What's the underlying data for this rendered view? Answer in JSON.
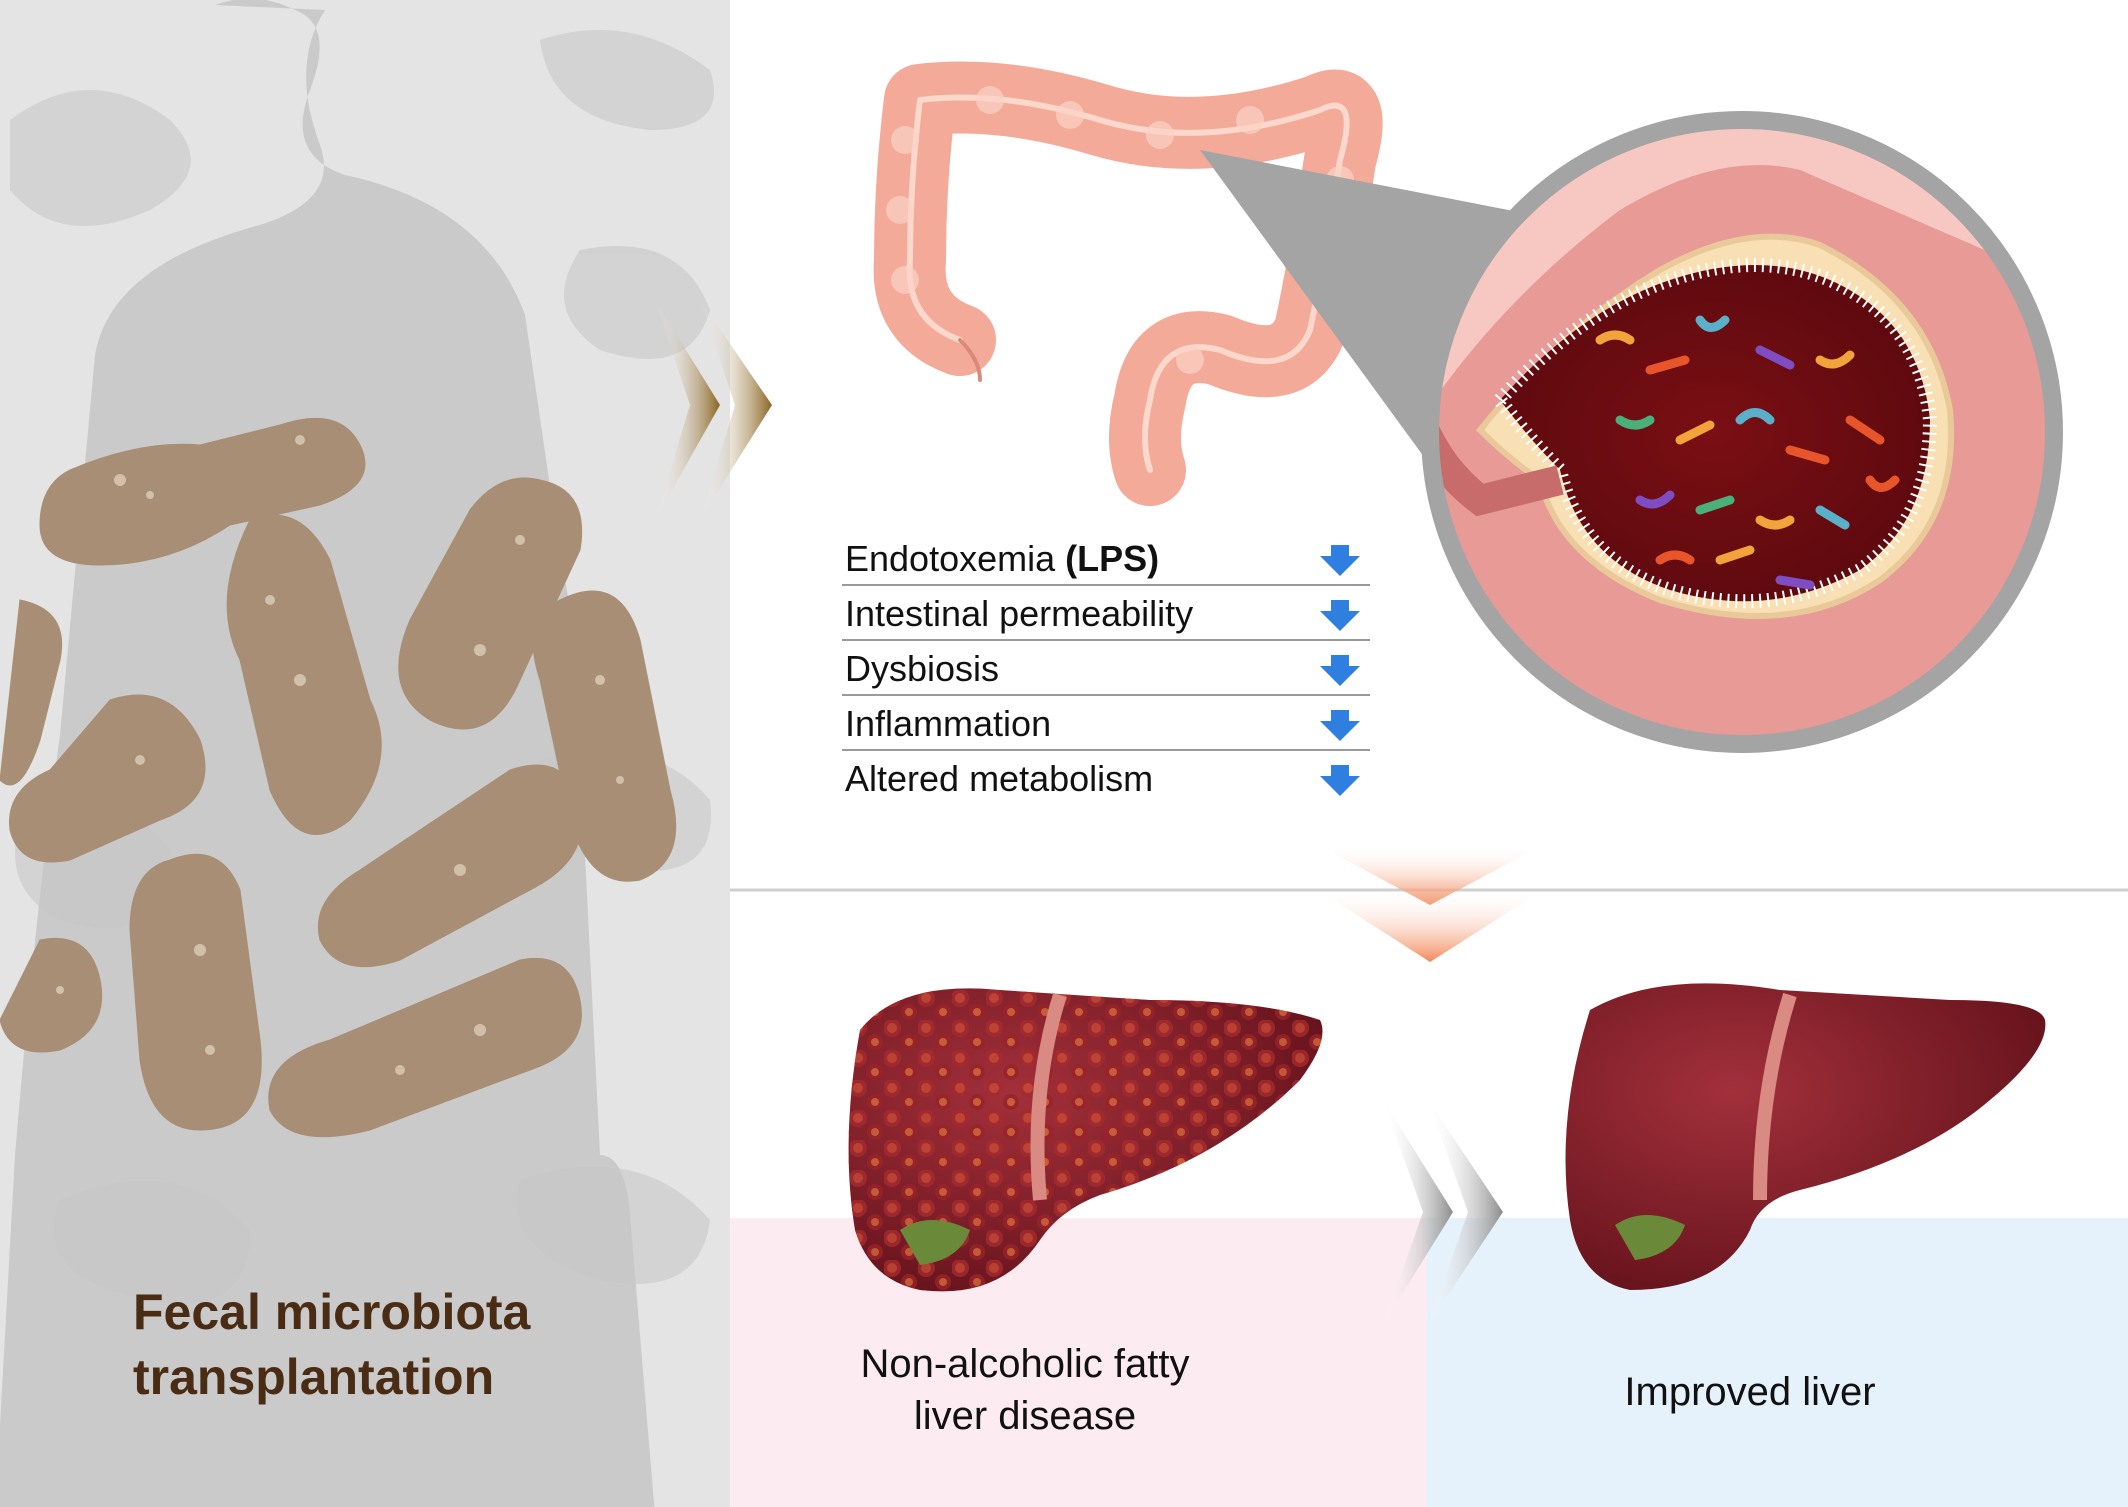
{
  "left_panel": {
    "title_line1": "Fecal microbiota",
    "title_line2": "transplantation"
  },
  "effects_list": {
    "items": [
      {
        "label": "Endotoxemia ",
        "bold_suffix": "(LPS)",
        "arrow": "down-arrow-icon"
      },
      {
        "label": "Intestinal permeability",
        "bold_suffix": "",
        "arrow": "down-arrow-icon"
      },
      {
        "label": "Dysbiosis",
        "bold_suffix": "",
        "arrow": "down-arrow-icon"
      },
      {
        "label": "Inflammation",
        "bold_suffix": "",
        "arrow": "down-arrow-icon"
      },
      {
        "label": "Altered metabolism",
        "bold_suffix": "",
        "arrow": "down-arrow-icon"
      }
    ]
  },
  "liver_panels": {
    "diseased_caption_line1": "Non-alcoholic fatty",
    "diseased_caption_line2": "liver disease",
    "improved_caption": "Improved liver"
  },
  "colors": {
    "left_bg": "#e4e4e4",
    "bacteria": "#a88e74",
    "title_brown": "#4a2c14",
    "colon_pink": "#f3aa98",
    "arrow_blue": "#2f7fe0",
    "diseased_bg": "#fcecf1",
    "improved_bg": "#e6f2fb",
    "liver_red": "#7d1722"
  }
}
